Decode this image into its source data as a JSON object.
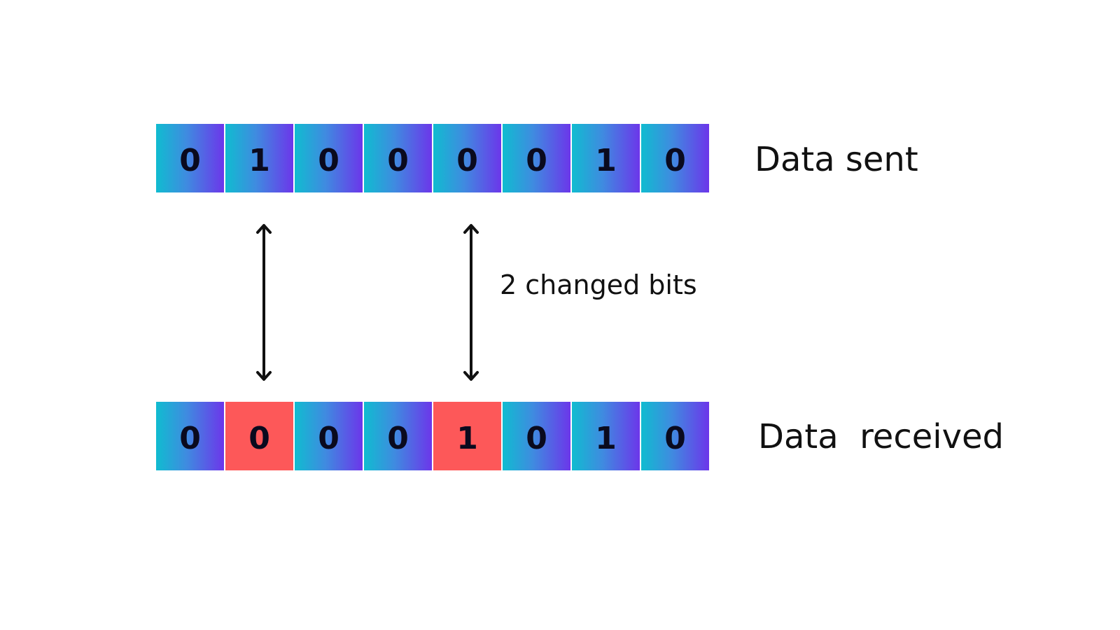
{
  "sent": {
    "label": "Data sent",
    "bits": [
      {
        "value": "0",
        "changed": false
      },
      {
        "value": "1",
        "changed": false
      },
      {
        "value": "0",
        "changed": false
      },
      {
        "value": "0",
        "changed": false
      },
      {
        "value": "0",
        "changed": false
      },
      {
        "value": "0",
        "changed": false
      },
      {
        "value": "1",
        "changed": false
      },
      {
        "value": "0",
        "changed": false
      }
    ]
  },
  "received": {
    "label": "Data  received",
    "bits": [
      {
        "value": "0",
        "changed": false
      },
      {
        "value": "0",
        "changed": true
      },
      {
        "value": "0",
        "changed": false
      },
      {
        "value": "0",
        "changed": false
      },
      {
        "value": "1",
        "changed": true
      },
      {
        "value": "0",
        "changed": false
      },
      {
        "value": "1",
        "changed": false
      },
      {
        "value": "0",
        "changed": false
      }
    ]
  },
  "annotation": "2 changed bits",
  "colors": {
    "gradient_start": "#10bcd0",
    "gradient_end": "#6c36ea",
    "changed": "#fd5859",
    "text": "#0a0a1e"
  }
}
